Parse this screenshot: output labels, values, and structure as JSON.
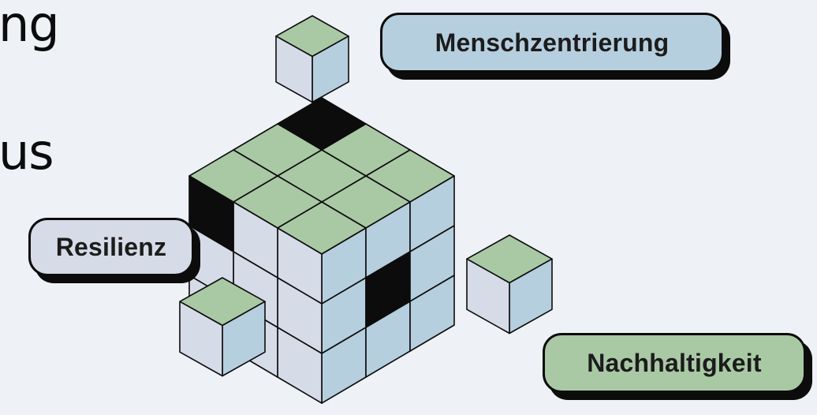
{
  "left_text": {
    "line1": "ng",
    "line2": "us"
  },
  "labels": {
    "top": "Menschzentrierung",
    "left": "Resilienz",
    "bottom": "Nachhaltigkeit"
  },
  "colors": {
    "background": "#eef1f6",
    "cube_top": "#a9c9a4",
    "cube_left": "#b6cfde",
    "cube_right": "#d6dbe8",
    "outline": "#0c0c0c",
    "pill_top": "#b6cfde",
    "pill_left": "#d6dbe8",
    "pill_bottom": "#a9c9a4"
  }
}
